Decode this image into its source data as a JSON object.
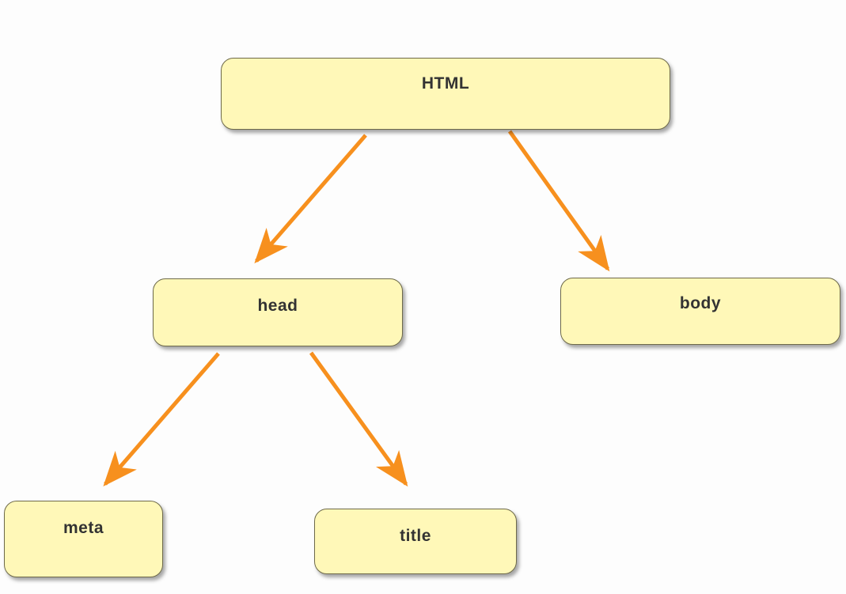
{
  "nodes": {
    "html": "HTML",
    "head": "head",
    "body": "body",
    "meta": "meta",
    "title": "title"
  },
  "colors": {
    "node_fill": "#fff8b8",
    "node_border": "#6e6a4a",
    "arrow": "#f7901e",
    "text": "#333333"
  },
  "edges": [
    {
      "from": "HTML",
      "to": "head"
    },
    {
      "from": "HTML",
      "to": "body"
    },
    {
      "from": "head",
      "to": "meta"
    },
    {
      "from": "head",
      "to": "title"
    }
  ]
}
